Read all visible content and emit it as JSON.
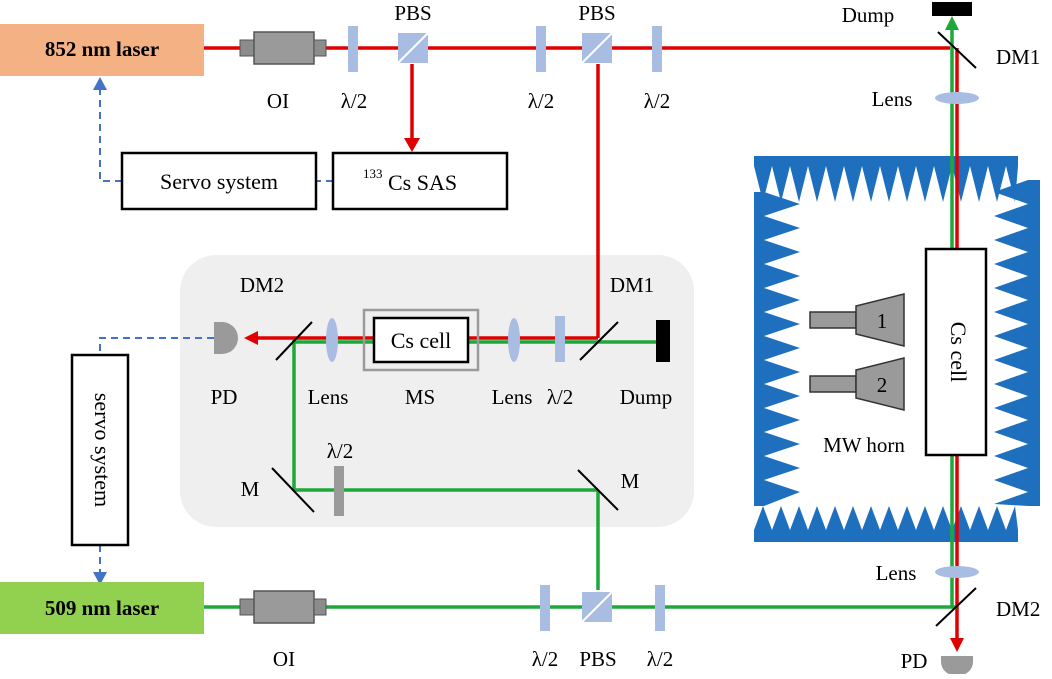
{
  "colors": {
    "laser_852": "#e00000",
    "laser_509": "#1fa83a",
    "servo_dash": "#4472c4",
    "laser852_box": "#f4b183",
    "laser509_box": "#92d050",
    "optic": "#a9bde3",
    "absorber_blue": "#1f6fbf",
    "panel": "#efefef"
  },
  "lasers": {
    "red": "852 nm laser",
    "green": "509 nm laser"
  },
  "boxes": {
    "servo_top": "Servo system",
    "sas_sup": "133",
    "sas_main": "Cs SAS",
    "servo_left": "servo system",
    "cs_cell_inner": "Cs cell",
    "cs_cell_right": "Cs cell"
  },
  "labels": {
    "oi_top": "OI",
    "hw1": "λ/2",
    "pbs1": "PBS",
    "hw2": "λ/2",
    "pbs2": "PBS",
    "hw3": "λ/2",
    "dump_top": "Dump",
    "dm1_right": "DM1",
    "lens_right_top": "Lens",
    "dm2_left": "DM2",
    "pd_left": "PD",
    "lens_left": "Lens",
    "ms": "MS",
    "lens_mid": "Lens",
    "hw_mid": "λ/2",
    "dm1_mid": "DM1",
    "dump_mid": "Dump",
    "hw_low": "λ/2",
    "m_left": "M",
    "m_right": "M",
    "horn1": "1",
    "horn2": "2",
    "mw_horn": "MW horn",
    "lens_right_bottom": "Lens",
    "dm2_right": "DM2",
    "pd_bottom": "PD",
    "oi_bottom": "OI",
    "hw_b1": "λ/2",
    "pbs_bottom": "PBS",
    "hw_b2": "λ/2"
  }
}
